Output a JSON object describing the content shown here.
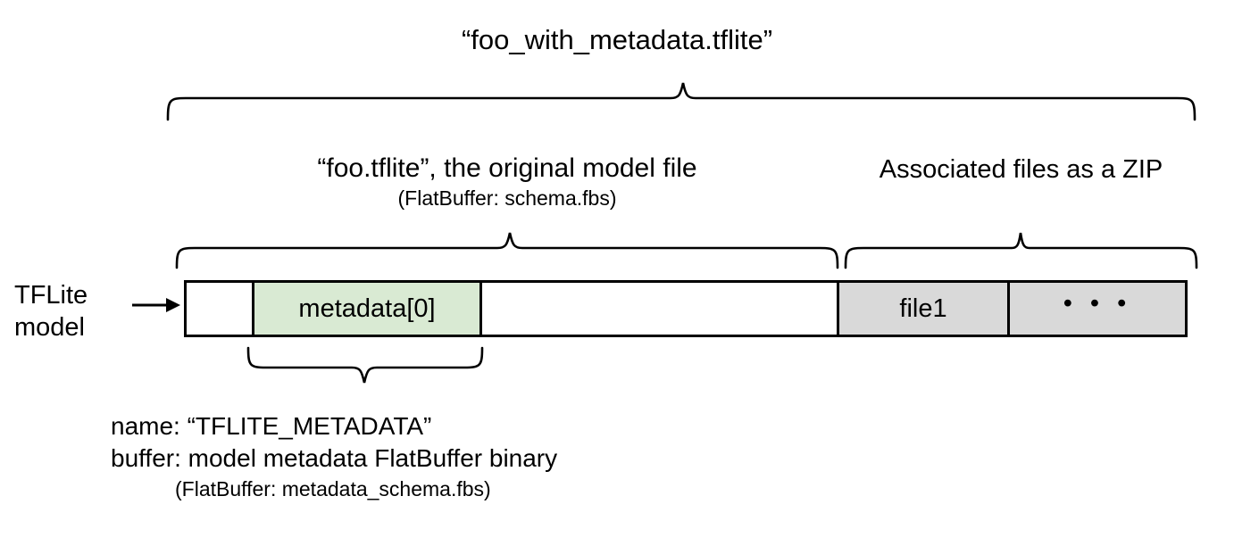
{
  "diagram": {
    "title": "“foo_with_metadata.tflite”",
    "left_label": {
      "primary": "“foo.tflite”, the original model file",
      "secondary": "(FlatBuffer: schema.fbs)"
    },
    "right_label": "Associated files as a ZIP",
    "model_label_line1": "TFLite",
    "model_label_line2": "model",
    "bar_cells": [
      {
        "name": "header-empty-cell",
        "label": "",
        "fill": "#ffffff"
      },
      {
        "name": "metadata-cell",
        "label": "metadata[0]",
        "fill": "#d9ead3"
      },
      {
        "name": "body-empty-cell",
        "label": "",
        "fill": "#ffffff"
      },
      {
        "name": "file1-cell",
        "label": "file1",
        "fill": "#d9d9d9"
      },
      {
        "name": "more-files-cell",
        "label": "• • •",
        "fill": "#d9d9d9"
      }
    ],
    "annotation": {
      "line1": "name: “TFLITE_METADATA”",
      "line2": "buffer: model metadata FlatBuffer binary",
      "line3": "(FlatBuffer: metadata_schema.fbs)"
    },
    "colors": {
      "metadata_fill": "#d9ead3",
      "zip_fill": "#d9d9d9",
      "stroke": "#000000",
      "background": "#ffffff"
    }
  }
}
